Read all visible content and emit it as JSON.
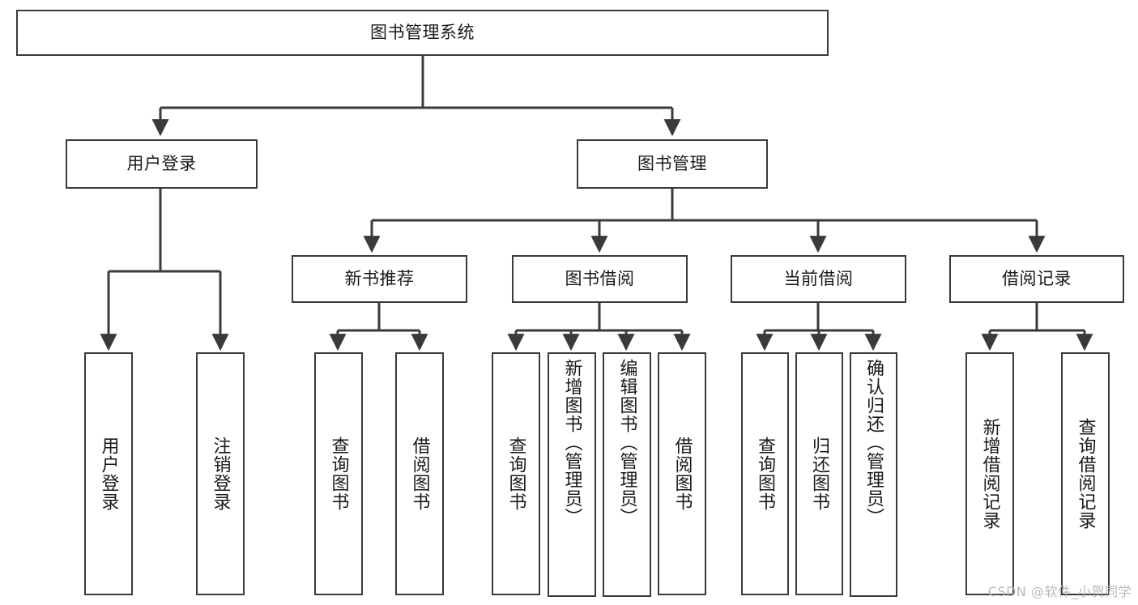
{
  "diagram": {
    "title_node": {
      "label": "图书管理系统"
    },
    "level2": [
      {
        "id": "user-login",
        "label": "用户登录"
      },
      {
        "id": "book-management",
        "label": "图书管理"
      }
    ],
    "level3": [
      {
        "id": "new-book-recommend",
        "label": "新书推荐"
      },
      {
        "id": "book-borrow",
        "label": "图书借阅"
      },
      {
        "id": "current-borrow",
        "label": "当前借阅"
      },
      {
        "id": "borrow-record",
        "label": "借阅记录"
      }
    ],
    "leaves": [
      {
        "id": "leaf-user-login",
        "label": "用户登录",
        "parent": "user-login"
      },
      {
        "id": "leaf-logout-login",
        "label": "注销登录",
        "parent": "user-login"
      },
      {
        "id": "leaf-query-book-1",
        "label": "查询图书",
        "parent": "new-book-recommend"
      },
      {
        "id": "leaf-borrow-book-1",
        "label": "借阅图书",
        "parent": "new-book-recommend"
      },
      {
        "id": "leaf-query-book-2",
        "label": "查询图书",
        "parent": "book-borrow"
      },
      {
        "id": "leaf-add-book",
        "label": "新增图书（管理员）",
        "parent": "book-borrow"
      },
      {
        "id": "leaf-edit-book",
        "label": "编辑图书（管理员）",
        "parent": "book-borrow"
      },
      {
        "id": "leaf-borrow-book-2",
        "label": "借阅图书",
        "parent": "book-borrow"
      },
      {
        "id": "leaf-query-book-3",
        "label": "查询图书",
        "parent": "current-borrow"
      },
      {
        "id": "leaf-return-book",
        "label": "归还图书",
        "parent": "current-borrow"
      },
      {
        "id": "leaf-confirm-return",
        "label": "确认归还（管理员）",
        "parent": "current-borrow"
      },
      {
        "id": "leaf-add-record",
        "label": "新增借阅记录",
        "parent": "borrow-record"
      },
      {
        "id": "leaf-query-record",
        "label": "查询借阅记录",
        "parent": "borrow-record"
      }
    ],
    "watermark": "CSDN @软件_小贺同学",
    "colors": {
      "stroke": "#3a3a3a",
      "background": "#ffffff",
      "text": "#1a1a1a",
      "watermark": "#b9b9b9"
    }
  }
}
